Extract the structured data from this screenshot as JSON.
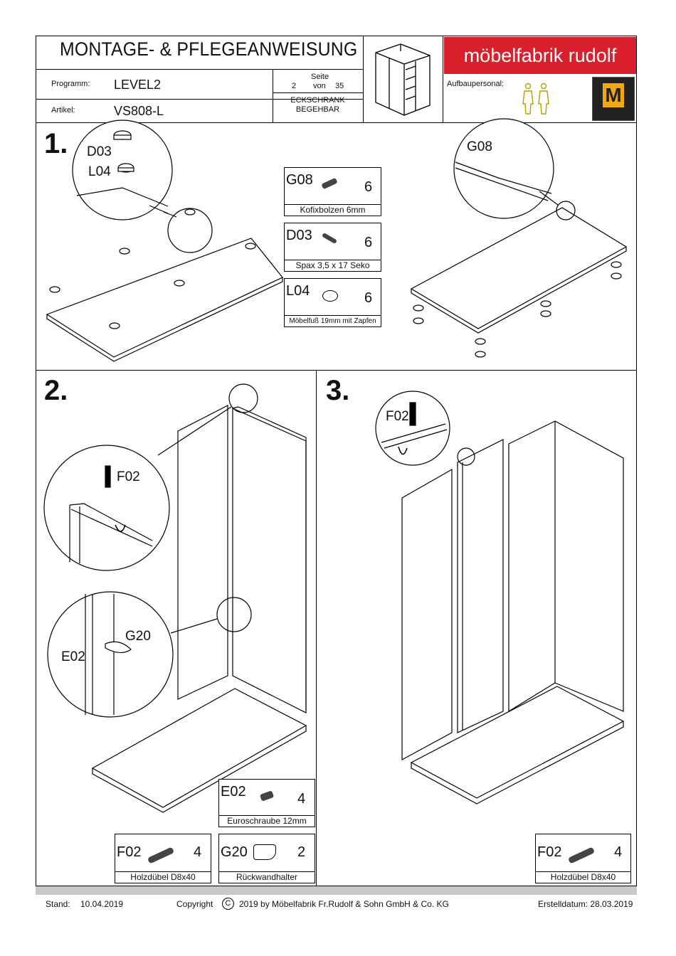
{
  "header": {
    "title": "MONTAGE- & PFLEGEANWEISUNG",
    "program_label": "Programm:",
    "program_value": "LEVEL2",
    "article_label": "Artikel:",
    "article_value": "VS808-L",
    "page_label": "Seite",
    "page_number": "2",
    "page_of": "von",
    "page_total": "35",
    "product_line1": "ECKSCHRANK",
    "product_line2": "BEGEHBAR",
    "brand": "möbelfabrik rudolf",
    "staff_label": "Aufbaupersonal:"
  },
  "steps": {
    "s1": "1.",
    "s2": "2.",
    "s3": "3."
  },
  "callouts": {
    "d03": "D03",
    "l04": "L04",
    "g08": "G08",
    "f02_a": "F02",
    "g20": "G20",
    "e02": "E02",
    "f02_b": "F02"
  },
  "parts": {
    "g08": {
      "code": "G08",
      "qty": "6",
      "desc": "Kofixbolzen 6mm"
    },
    "d03": {
      "code": "D03",
      "qty": "6",
      "desc": "Spax 3,5 x 17 Seko"
    },
    "l04": {
      "code": "L04",
      "qty": "6",
      "desc": "Möbelfuß 19mm mit Zapfen"
    },
    "e02": {
      "code": "E02",
      "qty": "4",
      "desc": "Euroschraube 12mm"
    },
    "f02_s2": {
      "code": "F02",
      "qty": "4",
      "desc": "Holzdübel D8x40"
    },
    "g20": {
      "code": "G20",
      "qty": "2",
      "desc": "Rückwandhalter"
    },
    "f02_s3": {
      "code": "F02",
      "qty": "4",
      "desc": "Holzdübel D8x40"
    }
  },
  "footer": {
    "stand_label": "Stand:",
    "stand_date": "10.04.2019",
    "copyright_pre": "Copyright",
    "copyright_symbol": "C",
    "copyright_post": "2019  by Möbelfabrik Fr.Rudolf & Sohn GmbH & Co. KG",
    "created": "Erstelldatum: 28.03.2019"
  },
  "colors": {
    "brand": "#d9202c",
    "badge": "#f2a80c",
    "bar": "#c8c8c8"
  }
}
